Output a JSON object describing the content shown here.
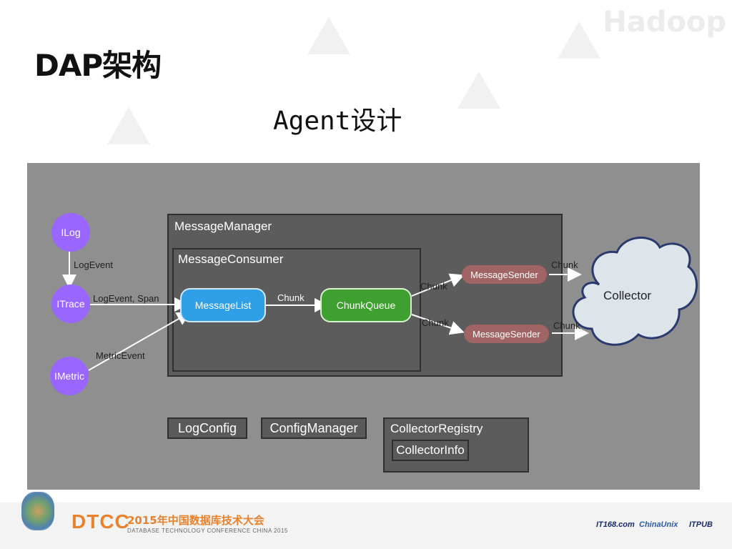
{
  "header": {
    "title": "DAP架构",
    "subtitle": "Agent设计",
    "watermark": "Hadoop"
  },
  "diagram": {
    "interfaces": [
      "ILog",
      "ITrace",
      "IMetric"
    ],
    "edge_labels": {
      "ilog_itrace": "LogEvent",
      "itrace_list": "LogEvent, Span",
      "imetric_list": "MetricEvent",
      "list_queue": "Chunk",
      "queue_sender1": "Chunk",
      "queue_sender2": "Chunk",
      "sender1_collector": "Chunk",
      "sender2_collector": "Chunk"
    },
    "message_manager": "MessageManager",
    "message_consumer": "MessageConsumer",
    "message_list": "MessageList",
    "chunk_queue": "ChunkQueue",
    "sender1": "MessageSender",
    "sender2": "MessageSender",
    "collector": "Collector",
    "log_config": "LogConfig",
    "config_manager": "ConfigManager",
    "collector_registry": "CollectorRegistry",
    "collector_info": "CollectorInfo"
  },
  "footer": {
    "brand": "DTCC",
    "conference_title": "2015年中国数据库技术大会",
    "conference_subtitle": "DATABASE TECHNOLOGY CONFERENCE CHINA 2015",
    "sponsors": [
      "IT168.com",
      "ChinaUnix",
      "ITPUB"
    ]
  },
  "colors": {
    "diagram_bg": "#8f8f8f",
    "box_fill": "#5c5c5c",
    "interface_purple": "#9966ff",
    "message_list_blue": "#2f9fe8",
    "chunk_queue_green": "#3ea02e",
    "sender_red": "#a06464",
    "brand_orange": "#e8822c"
  }
}
